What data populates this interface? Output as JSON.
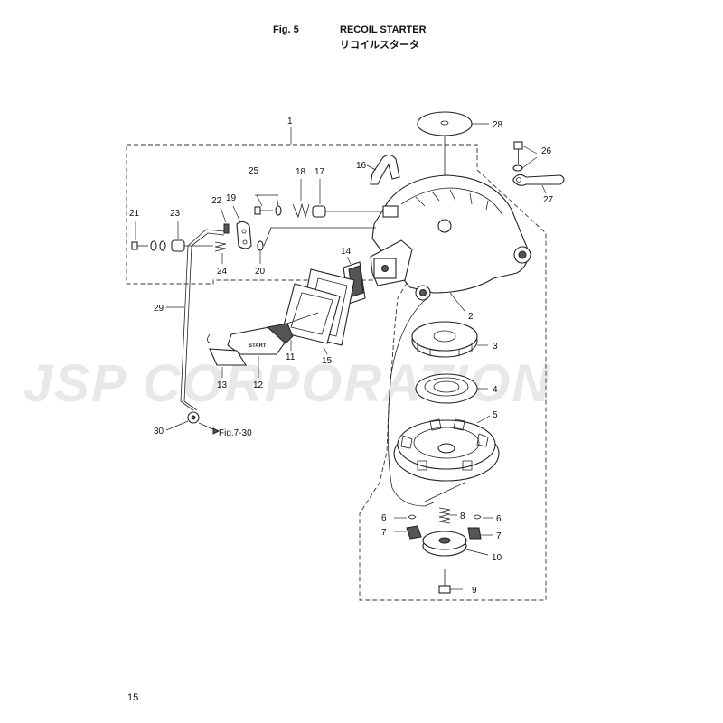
{
  "header": {
    "fig_label": "Fig. 5",
    "title_en": "RECOIL STARTER",
    "title_jp": "リコイルスタータ"
  },
  "watermark": "JSP CORPORATION",
  "page_number": "15",
  "handle_marking": "START",
  "callouts": {
    "c1": "1",
    "c2": "2",
    "c3": "3",
    "c4": "4",
    "c5": "5",
    "c6a": "6",
    "c6b": "6",
    "c7a": "7",
    "c7b": "7",
    "c8": "8",
    "c9": "9",
    "c10": "10",
    "c11": "11",
    "c12": "12",
    "c13": "13",
    "c14": "14",
    "c15": "15",
    "c16": "16",
    "c17": "17",
    "c18": "18",
    "c19": "19",
    "c20": "20",
    "c21": "21",
    "c22": "22",
    "c23": "23",
    "c24": "24",
    "c25": "25",
    "c26": "26",
    "c27": "27",
    "c28": "28",
    "c29": "29",
    "c30": "30"
  },
  "reference": "Fig.7-30",
  "colors": {
    "line": "#222222",
    "watermark": "#9a9a9a"
  }
}
